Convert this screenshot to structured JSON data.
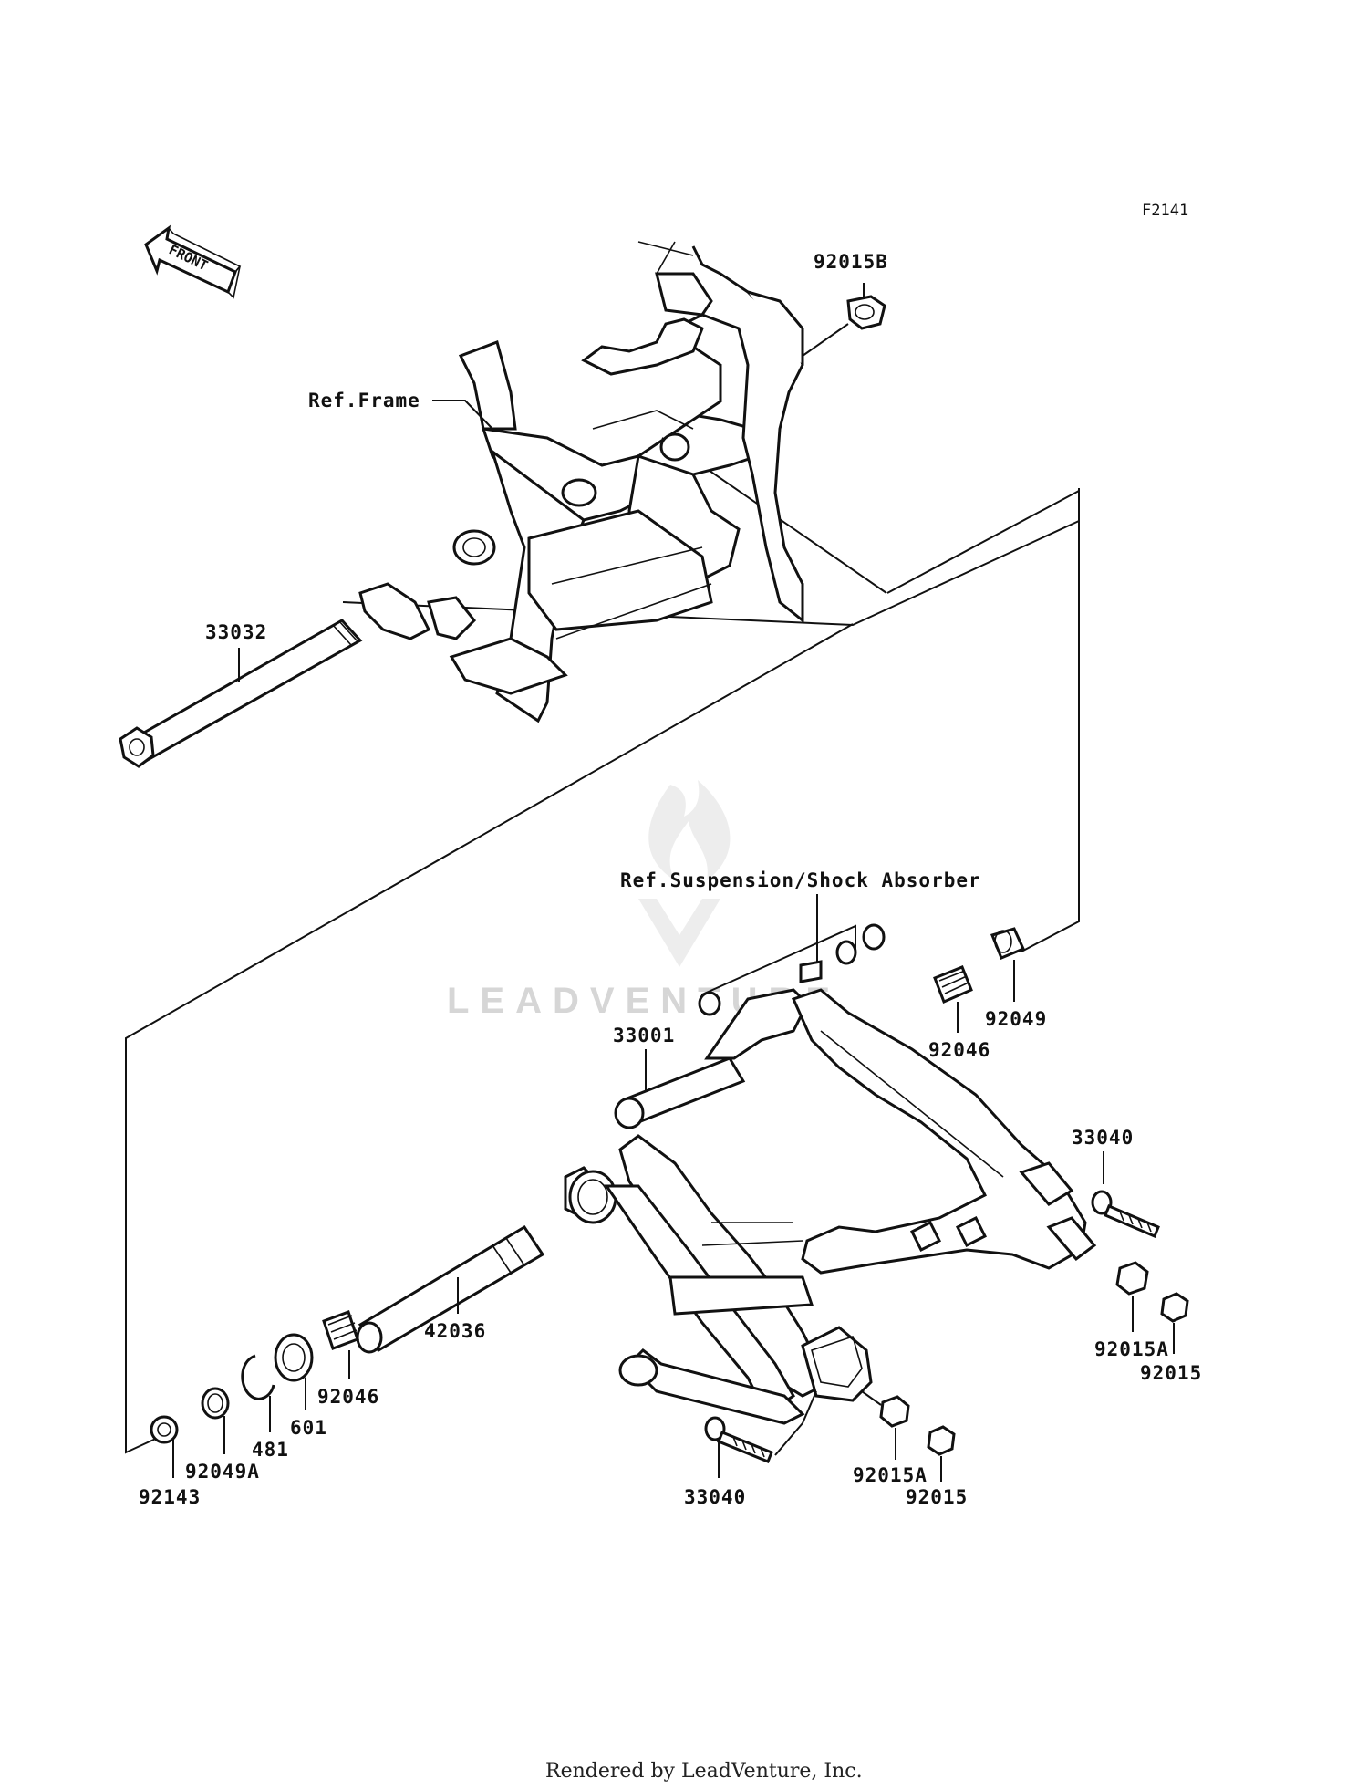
{
  "diagram": {
    "figure_code": "F2141",
    "front_label": "FRONT",
    "watermark": "LEADVENTURE",
    "footer": "Rendered by LeadVenture, Inc.",
    "ref_frame": "Ref.Frame",
    "ref_suspension": "Ref.Suspension/Shock Absorber",
    "parts": {
      "p92015B": "92015B",
      "p33032": "33032",
      "p33001": "33001",
      "p92046_top": "92046",
      "p92049": "92049",
      "p33040_right": "33040",
      "p92015A_right": "92015A",
      "p92015_right": "92015",
      "p42036": "42036",
      "p92046_left": "92046",
      "p601": "601",
      "p481": "481",
      "p92049A": "92049A",
      "p92143": "92143",
      "p33040_bottom": "33040",
      "p92015A_bottom": "92015A",
      "p92015_bottom": "92015"
    }
  }
}
